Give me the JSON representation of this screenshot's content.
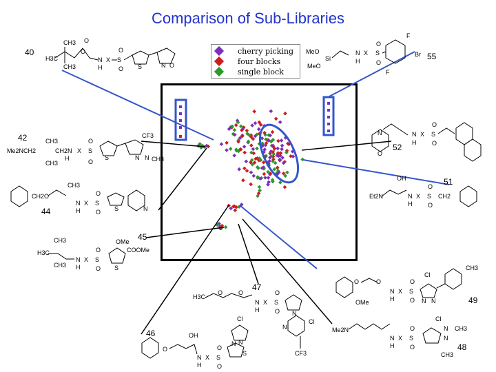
{
  "title": "Comparison of Sub-Libraries",
  "legend": [
    {
      "label": "cherry picking",
      "color": "#7b2fc2"
    },
    {
      "label": "four blocks",
      "color": "#cc1e1e"
    },
    {
      "label": "single block",
      "color": "#2a9a2a"
    }
  ],
  "compounds": [
    {
      "id": "40"
    },
    {
      "id": "42"
    },
    {
      "id": "44"
    },
    {
      "id": "45"
    },
    {
      "id": "46"
    },
    {
      "id": "47"
    },
    {
      "id": "48"
    },
    {
      "id": "49"
    },
    {
      "id": "51"
    },
    {
      "id": "52"
    },
    {
      "id": "55"
    }
  ],
  "structure_text": {
    "c40": {
      "a": "H3C",
      "b": "CH3",
      "c": "CH3",
      "d": "O",
      "e": "O",
      "f": "N",
      "g": "H",
      "h": "X",
      "i": "S",
      "j": "O",
      "k": "O",
      "l": "S",
      "m": "N",
      "n": "O"
    },
    "c55": {
      "a": "MeO",
      "b": "Si",
      "c": "MeO",
      "d": "N",
      "e": "H",
      "f": "X",
      "g": "S",
      "h": "O",
      "i": "O",
      "j": "F",
      "k": "Br",
      "l": "F"
    },
    "c42": {
      "a": "Me2NCH2",
      "b": "CH3",
      "c": "CH3",
      "d": "CH2N",
      "e": "H",
      "f": "X",
      "g": "S",
      "h": "O",
      "i": "O",
      "j": "S",
      "k": "CF3",
      "l": "N",
      "m": "N",
      "n": "CH3"
    },
    "c52": {
      "a": "N",
      "b": "O",
      "c": "N",
      "d": "H",
      "e": "X",
      "f": "S",
      "g": "O",
      "h": "O"
    },
    "c51": {
      "a": "OH",
      "b": "Et2N",
      "c": "N",
      "d": "H",
      "e": "X",
      "f": "S",
      "g": "O",
      "h": "O",
      "i": "CH2"
    },
    "c44": {
      "a": "CH2O",
      "b": "CH3",
      "c": "N",
      "d": "H",
      "e": "X",
      "f": "S",
      "g": "O",
      "h": "O",
      "i": "S",
      "j": "N"
    },
    "c45": {
      "a": "H3C",
      "b": "CH3",
      "c": "CH3",
      "d": "N",
      "e": "H",
      "f": "X",
      "g": "S",
      "h": "O",
      "i": "O",
      "j": "OMe",
      "k": "COOMe",
      "l": "S"
    },
    "c47": {
      "a": "H3C",
      "b": "O",
      "c": "O",
      "d": "N",
      "e": "H",
      "f": "X",
      "g": "S",
      "h": "O",
      "i": "O",
      "j": "N",
      "k": "N",
      "l": "Cl",
      "m": "CF3"
    },
    "c49": {
      "a": "O",
      "b": "OMe",
      "c": "O",
      "d": "N",
      "e": "H",
      "f": "X",
      "g": "S",
      "h": "O",
      "i": "O",
      "j": "Cl",
      "k": "N",
      "l": "N",
      "m": "CH3"
    },
    "c46": {
      "a": "OH",
      "b": "O",
      "c": "N",
      "d": "H",
      "e": "X",
      "f": "S",
      "g": "O",
      "h": "O",
      "i": "Cl",
      "j": "N",
      "k": "N",
      "l": "S"
    },
    "c48": {
      "a": "Me2N",
      "b": "N",
      "c": "H",
      "d": "X",
      "e": "S",
      "f": "O",
      "g": "O",
      "h": "Cl",
      "i": "N",
      "j": "N",
      "k": "CH3",
      "l": "CH3"
    }
  },
  "colors": {
    "title": "#2233cc",
    "cherry_picking": "#7b2fc2",
    "four_blocks": "#cc1e1e",
    "single_block": "#2a9a2a",
    "highlight_blue": "#3355cc"
  }
}
